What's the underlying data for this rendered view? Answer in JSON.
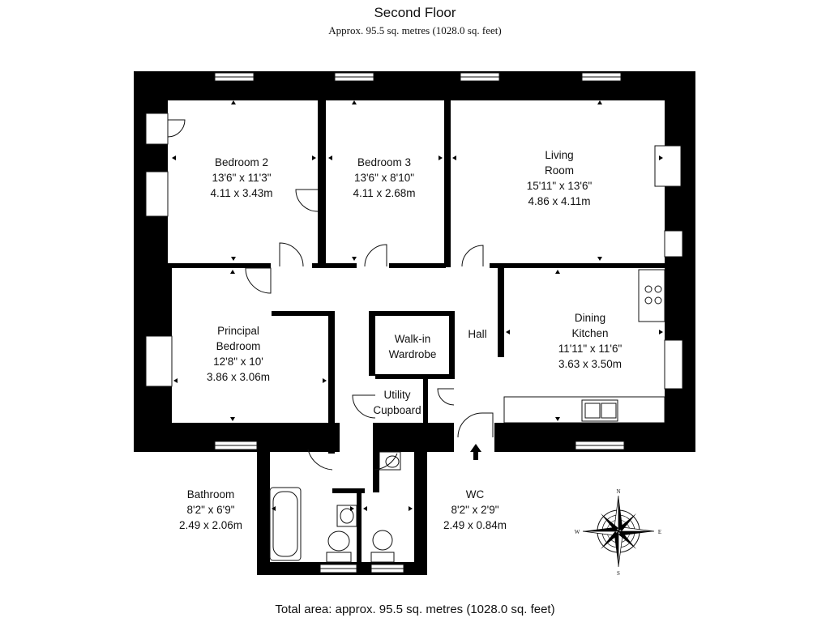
{
  "header": {
    "title": "Second Floor",
    "subtitle": "Approx. 95.5 sq. metres (1028.0 sq. feet)"
  },
  "footer": {
    "total": "Total area: approx. 95.5 sq. metres (1028.0 sq. feet)"
  },
  "rooms": {
    "bedroom2": {
      "name": "Bedroom 2",
      "imperial": "13'6\" x 11'3\"",
      "metric": "4.11 x 3.43m"
    },
    "bedroom3": {
      "name": "Bedroom 3",
      "imperial": "13'6\" x 8'10\"",
      "metric": "4.11 x 2.68m"
    },
    "living": {
      "name_line1": "Living",
      "name_line2": "Room",
      "imperial": "15'11\" x 13'6\"",
      "metric": "4.86 x 4.11m"
    },
    "principal": {
      "name_line1": "Principal",
      "name_line2": "Bedroom",
      "imperial": "12'8\" x 10'",
      "metric": "3.86 x 3.06m"
    },
    "kitchen": {
      "name_line1": "Dining",
      "name_line2": "Kitchen",
      "imperial": "11'11\" x 11'6\"",
      "metric": "3.63 x 3.50m"
    },
    "hall": {
      "name": "Hall"
    },
    "wardrobe": {
      "name_line1": "Walk-in",
      "name_line2": "Wardrobe"
    },
    "utility": {
      "name_line1": "Utility",
      "name_line2": "Cupboard"
    },
    "bathroom": {
      "name": "Bathroom",
      "imperial": "8'2\" x 6'9\"",
      "metric": "2.49 x 2.06m"
    },
    "wc": {
      "name": "WC",
      "imperial": "8'2\" x 2'9\"",
      "metric": "2.49 x 0.84m"
    }
  },
  "compass": {
    "north": "N",
    "south": "S",
    "east": "E",
    "west": "W"
  },
  "colors": {
    "wall": "#000000",
    "background": "#ffffff",
    "line": "#111111"
  }
}
